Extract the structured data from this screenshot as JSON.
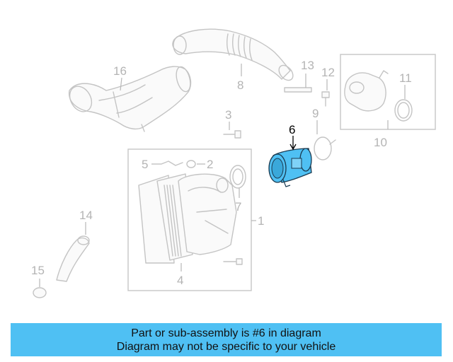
{
  "callouts": {
    "c1": "1",
    "c2": "2",
    "c3": "3",
    "c4": "4",
    "c5": "5",
    "c6": "6",
    "c7": "7",
    "c8": "8",
    "c9": "9",
    "c10": "10",
    "c11": "11",
    "c12": "12",
    "c13": "13",
    "c14": "14",
    "c15": "15",
    "c16": "16"
  },
  "highlight": {
    "part_number": "6",
    "color": "#4fc0f3"
  },
  "banner": {
    "line1": "Part or sub-assembly is #6 in diagram",
    "line2": "Diagram may not be specific to your vehicle",
    "color": "#4fc0f3"
  }
}
